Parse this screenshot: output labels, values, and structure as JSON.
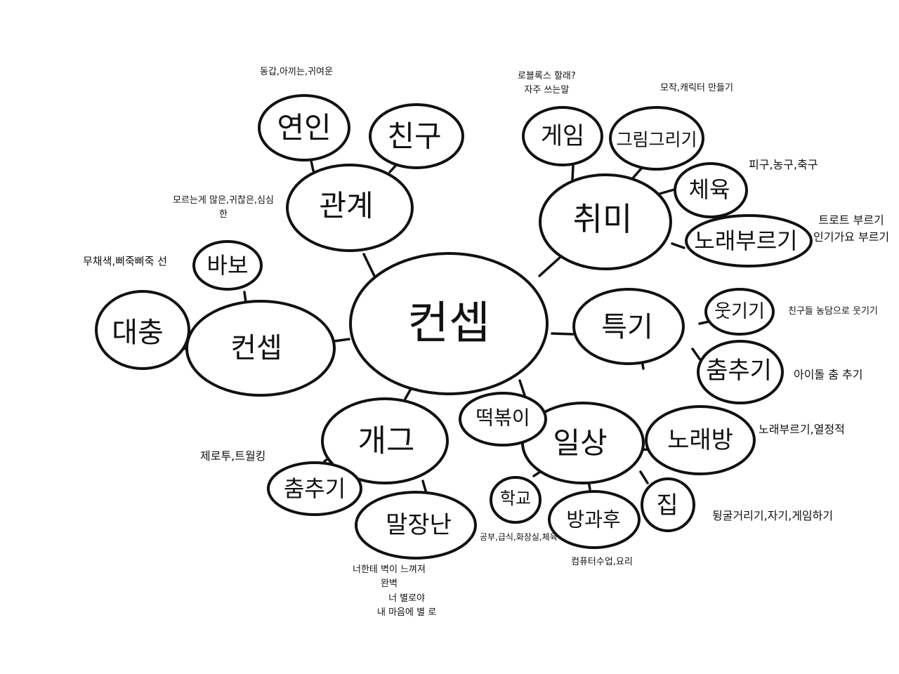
{
  "center": "컨셉",
  "branches": {
    "relation": {
      "label": "관계",
      "children": {
        "lover": "연인",
        "friend": "친구"
      }
    },
    "hobby": {
      "label": "취미",
      "children": {
        "game": "게임",
        "drawing": "그림그리기",
        "sports": "체육",
        "singing": "노래부르기"
      }
    },
    "talent": {
      "label": "특기",
      "children": {
        "funny": "웃기기",
        "dancing": "춤추기"
      }
    },
    "daily": {
      "label": "일상",
      "children": {
        "tteokbokki": "떡볶이",
        "karaoke": "노래방",
        "school": "학교",
        "afterschool": "방과후",
        "home": "집"
      }
    },
    "gag": {
      "label": "개그",
      "children": {
        "dance": "춤추기",
        "joke": "말장난"
      }
    },
    "concept": {
      "label": "컨셉",
      "children": {
        "fool": "바보",
        "lazy": "대충"
      }
    }
  },
  "notes": {
    "lover": "동갑,아끼는,귀여운",
    "relation": [
      "모르는게 많은,귀찮은,심심",
      "한"
    ],
    "game": [
      "로블록스 할래?",
      "자주 쓰는말"
    ],
    "drawing": "모작,캐릭터 만들기",
    "sports": "피구,농구,축구",
    "singing": [
      "트로트 부르기",
      "인기가요 부르기"
    ],
    "funny": "친구들 농담으로 웃기기",
    "dancing": "아이돌 춤 추기",
    "karaoke": "노래부르기,열정적",
    "home": "뒹굴거리기,자기,게임하기",
    "school": "공부,급식,화장실,체육",
    "afterschool": "컴퓨터수업,요리",
    "joke_1": [
      "너한테 벽이 느껴져",
      "완벽"
    ],
    "joke_2": [
      "너 별로야",
      "내 마음에 별 로"
    ],
    "gag": "제로투,트월킹",
    "concept": "무채색,삐죽삐죽 선"
  }
}
